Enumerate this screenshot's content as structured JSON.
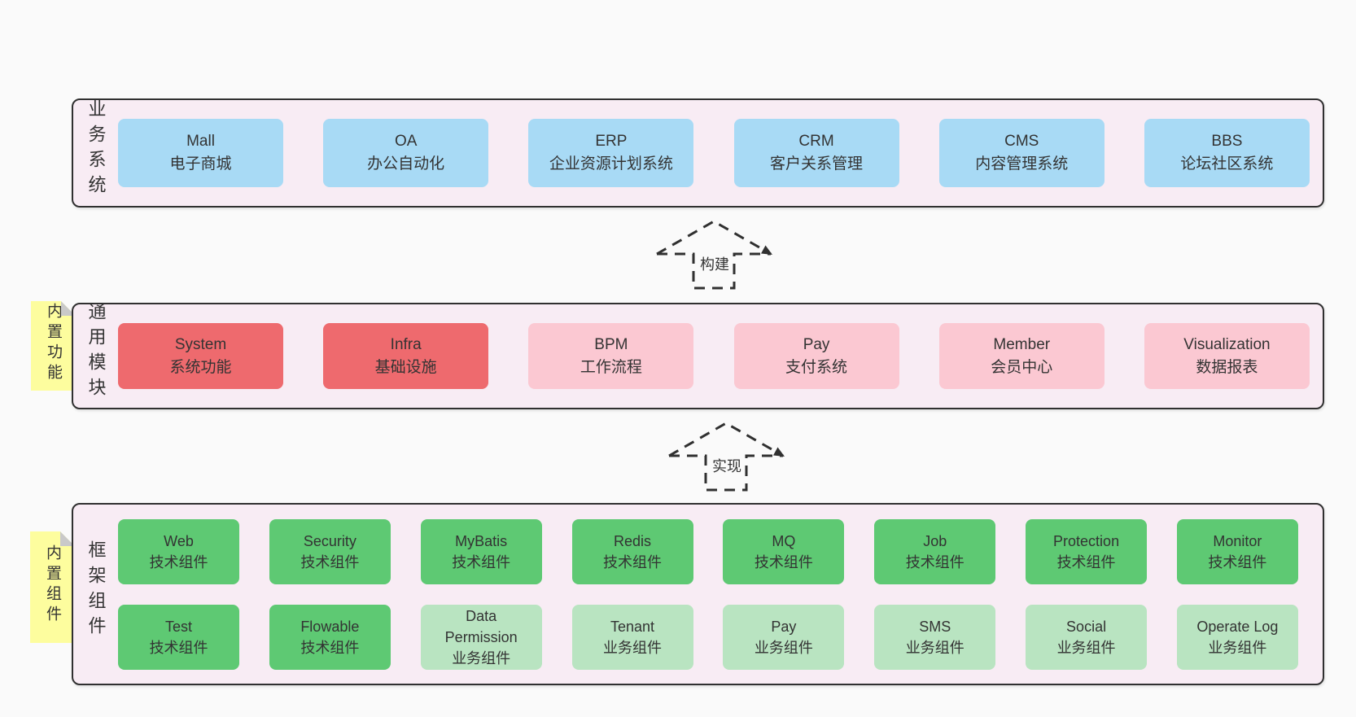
{
  "diagram": {
    "title": "",
    "arrows": [
      {
        "label": "构建"
      },
      {
        "label": "实现"
      }
    ],
    "sections": [
      {
        "label": "业务系统",
        "note": "",
        "rows": [
          [
            {
              "en": "Mall",
              "zh": "电子商城",
              "variant": "blue"
            },
            {
              "en": "OA",
              "zh": "办公自动化",
              "variant": "blue"
            },
            {
              "en": "ERP",
              "zh": "企业资源计划系统",
              "variant": "blue"
            },
            {
              "en": "CRM",
              "zh": "客户关系管理",
              "variant": "blue"
            },
            {
              "en": "CMS",
              "zh": "内容管理系统",
              "variant": "blue"
            },
            {
              "en": "BBS",
              "zh": "论坛社区系统",
              "variant": "blue"
            }
          ]
        ]
      },
      {
        "label": "通用模块",
        "note": "内置功能",
        "rows": [
          [
            {
              "en": "System",
              "zh": "系统功能",
              "variant": "red"
            },
            {
              "en": "Infra",
              "zh": "基础设施",
              "variant": "red"
            },
            {
              "en": "BPM",
              "zh": "工作流程",
              "variant": "pink"
            },
            {
              "en": "Pay",
              "zh": "支付系统",
              "variant": "pink"
            },
            {
              "en": "Member",
              "zh": "会员中心",
              "variant": "pink"
            },
            {
              "en": "Visualization",
              "zh": "数据报表",
              "variant": "pink"
            }
          ]
        ]
      },
      {
        "label": "框架组件",
        "note": "内置组件",
        "rows": [
          [
            {
              "en": "Web",
              "zh": "技术组件",
              "variant": "green"
            },
            {
              "en": "Security",
              "zh": "技术组件",
              "variant": "green"
            },
            {
              "en": "MyBatis",
              "zh": "技术组件",
              "variant": "green"
            },
            {
              "en": "Redis",
              "zh": "技术组件",
              "variant": "green"
            },
            {
              "en": "MQ",
              "zh": "技术组件",
              "variant": "green"
            },
            {
              "en": "Job",
              "zh": "技术组件",
              "variant": "green"
            },
            {
              "en": "Protection",
              "zh": "技术组件",
              "variant": "green"
            },
            {
              "en": "Monitor",
              "zh": "技术组件",
              "variant": "green"
            }
          ],
          [
            {
              "en": "Test",
              "zh": "技术组件",
              "variant": "green"
            },
            {
              "en": "Flowable",
              "zh": "技术组件",
              "variant": "green"
            },
            {
              "en": "Data Permission",
              "zh": "业务组件",
              "variant": "lightgreen"
            },
            {
              "en": "Tenant",
              "zh": "业务组件",
              "variant": "lightgreen"
            },
            {
              "en": "Pay",
              "zh": "业务组件",
              "variant": "lightgreen"
            },
            {
              "en": "SMS",
              "zh": "业务组件",
              "variant": "lightgreen"
            },
            {
              "en": "Social",
              "zh": "业务组件",
              "variant": "lightgreen"
            },
            {
              "en": "Operate Log",
              "zh": "业务组件",
              "variant": "lightgreen"
            }
          ]
        ]
      }
    ],
    "colors": {
      "background": "#fafafa",
      "panel": "#f8ecf4",
      "border": "#303030",
      "text": "#333333",
      "blue": "#a8daf5",
      "red": "#ee6a6e",
      "pink": "#fbc8d2",
      "green": "#5ec973",
      "lightGreen": "#b9e4c1",
      "note": "#fdfd9e",
      "fold": "#c9c9c9"
    }
  }
}
